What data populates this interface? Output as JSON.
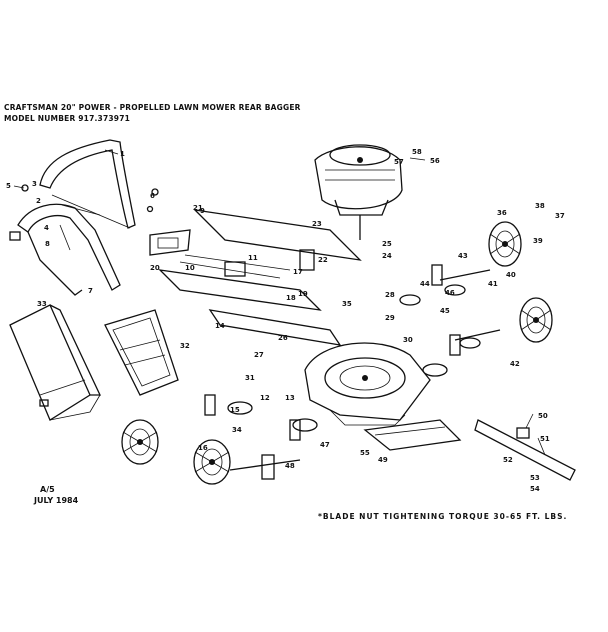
{
  "header": {
    "title": "CRAFTSMAN 20\" POWER - PROPELLED LAWN MOWER REAR BAGGER",
    "model": "MODEL NUMBER 917.373971"
  },
  "footer": {
    "page_ref": "A/5",
    "date": "JULY 1984",
    "torque_note": "*BLADE NUT TIGHTENING TORQUE 30-65 FT. LBS."
  },
  "callouts": [
    "1",
    "2",
    "3",
    "4",
    "5",
    "6",
    "7",
    "8",
    "9",
    "10",
    "11",
    "12",
    "13",
    "14",
    "15",
    "16",
    "17",
    "18",
    "19",
    "20",
    "21",
    "22",
    "23",
    "24",
    "25",
    "26",
    "27",
    "28",
    "29",
    "30",
    "31",
    "32",
    "33",
    "34",
    "35",
    "36",
    "37",
    "38",
    "39",
    "40",
    "41",
    "42",
    "43",
    "44",
    "45",
    "46",
    "47",
    "48",
    "49",
    "50",
    "51",
    "52",
    "53",
    "54",
    "55",
    "56",
    "57",
    "58"
  ]
}
